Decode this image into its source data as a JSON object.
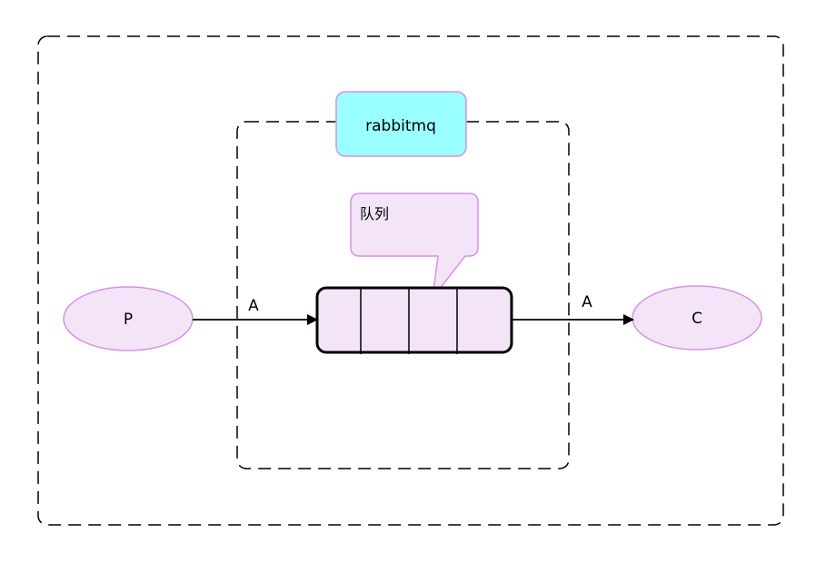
{
  "nodes": {
    "producer": {
      "label": "P"
    },
    "consumer": {
      "label": "C"
    },
    "broker": {
      "label": "rabbitmq"
    },
    "queue_callout": {
      "label": "队列"
    }
  },
  "edges": {
    "producer_to_queue": {
      "label": "A"
    },
    "queue_to_consumer": {
      "label": "A"
    }
  },
  "colors": {
    "node_fill": "#f3e4f8",
    "node_stroke": "#d891e6",
    "broker_fill": "#99ffff",
    "frame_stroke": "#000000"
  }
}
